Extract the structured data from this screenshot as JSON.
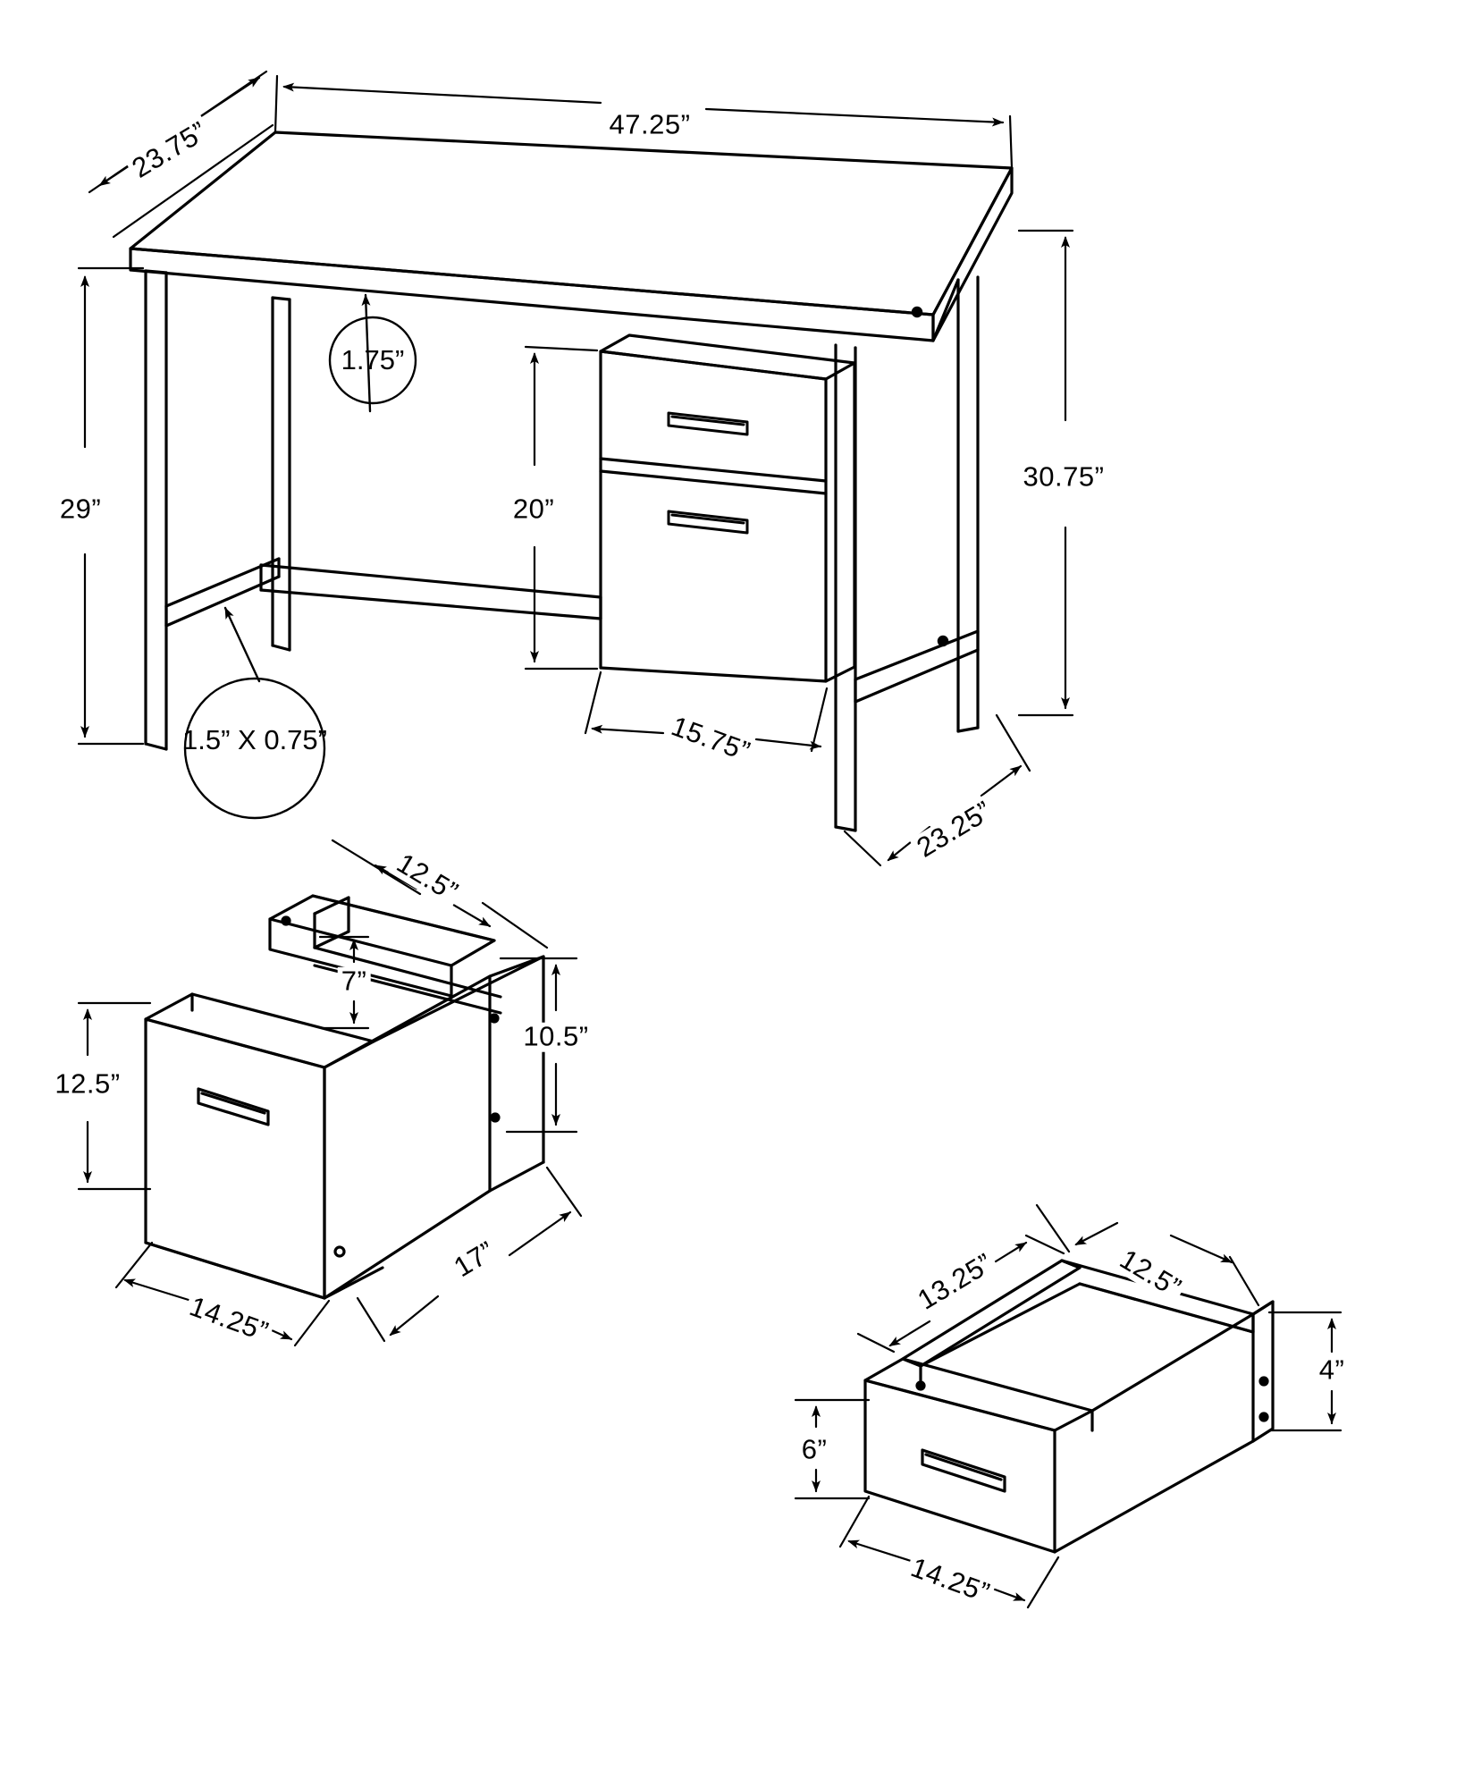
{
  "drawing": {
    "title": "Desk Technical Dimension Drawing",
    "units": "inches",
    "line_color": "#000000",
    "background_color": "#ffffff"
  },
  "desk_view": {
    "name": "main-desk-isometric",
    "dimensions": {
      "depth_top": "23.75”",
      "width_top": "47.25”",
      "height_left": "29”",
      "height_right": "30.75”",
      "pedestal_height": "20”",
      "pedestal_width": "15.75”",
      "pedestal_depth": "23.25”"
    },
    "callouts": [
      {
        "name": "top-thickness",
        "value": "1.75”"
      },
      {
        "name": "leg-profile",
        "value": "1.5” X 0.75”"
      }
    ]
  },
  "drawer_large": {
    "name": "file-drawer-detail",
    "dimensions": {
      "inner_width": "12.5”",
      "inner_depth_divider": "7”",
      "side_height": "10.5”",
      "front_height": "12.5”",
      "front_width": "14.25”",
      "overall_depth": "17”"
    }
  },
  "drawer_small": {
    "name": "small-drawer-detail",
    "dimensions": {
      "inner_depth": "13.25”",
      "inner_width": "12.5”",
      "front_height": "6”",
      "side_height": "4”",
      "front_width": "14.25”"
    }
  },
  "labels": {
    "depth_top": "23.75”",
    "width_top": "47.25”",
    "top_thickness": "1.75”",
    "height_left": "29”",
    "height_right": "30.75”",
    "pedestal_height": "20”",
    "pedestal_width": "15.75”",
    "pedestal_depth": "23.25”",
    "leg_profile": "1.5” X 0.75”",
    "lg_inner_width": "12.5”",
    "lg_divider": "7”",
    "lg_side_height": "10.5”",
    "lg_front_height": "12.5”",
    "lg_front_width": "14.25”",
    "lg_depth": "17”",
    "sm_inner_depth": "13.25”",
    "sm_inner_width": "12.5”",
    "sm_front_height": "6”",
    "sm_side_height": "4”",
    "sm_front_width": "14.25”"
  }
}
